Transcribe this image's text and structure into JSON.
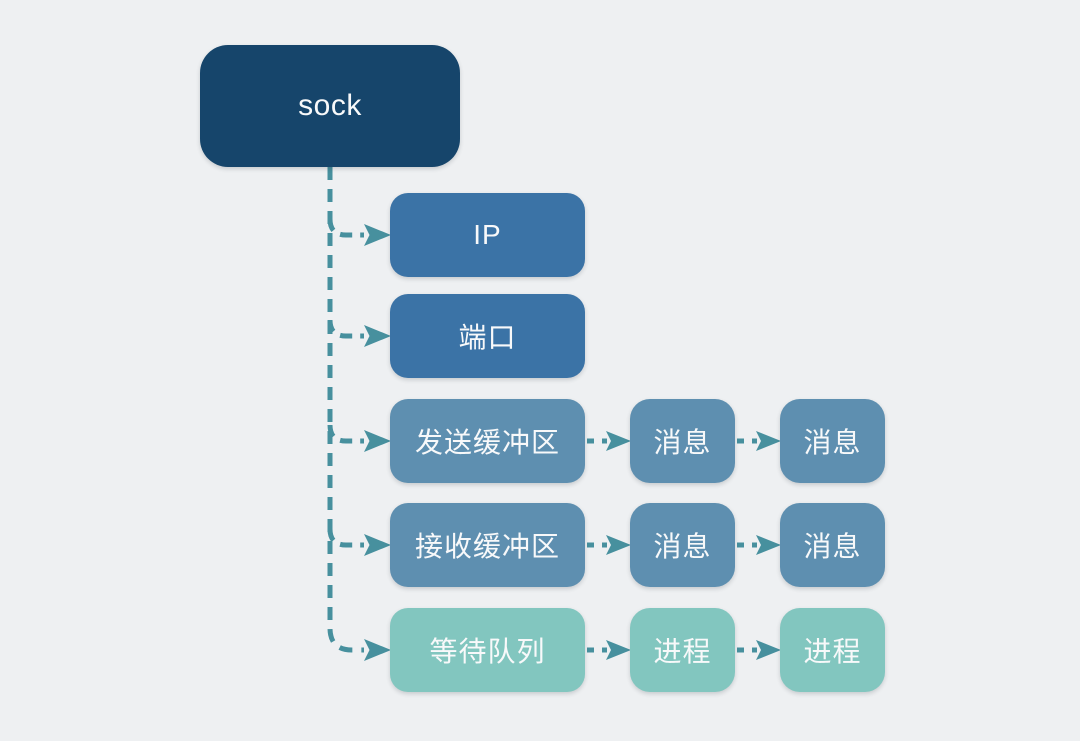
{
  "diagram": {
    "background": "#eef0f2",
    "connector_color": "#47909e",
    "text_color": "#f8f9fa",
    "root": {
      "label": "sock",
      "color": "#16456b"
    },
    "rows": [
      {
        "nodes": [
          {
            "label": "IP",
            "color": "#3b73a6"
          }
        ]
      },
      {
        "nodes": [
          {
            "label": "端口",
            "color": "#3b73a6"
          }
        ]
      },
      {
        "nodes": [
          {
            "label": "发送缓冲区",
            "color": "#5e8fb0"
          },
          {
            "label": "消息",
            "color": "#5e8fb0"
          },
          {
            "label": "消息",
            "color": "#5e8fb0"
          }
        ]
      },
      {
        "nodes": [
          {
            "label": "接收缓冲区",
            "color": "#5e8fb0"
          },
          {
            "label": "消息",
            "color": "#5e8fb0"
          },
          {
            "label": "消息",
            "color": "#5e8fb0"
          }
        ]
      },
      {
        "nodes": [
          {
            "label": "等待队列",
            "color": "#82c6bf"
          },
          {
            "label": "进程",
            "color": "#82c6bf"
          },
          {
            "label": "进程",
            "color": "#82c6bf"
          }
        ]
      }
    ]
  }
}
